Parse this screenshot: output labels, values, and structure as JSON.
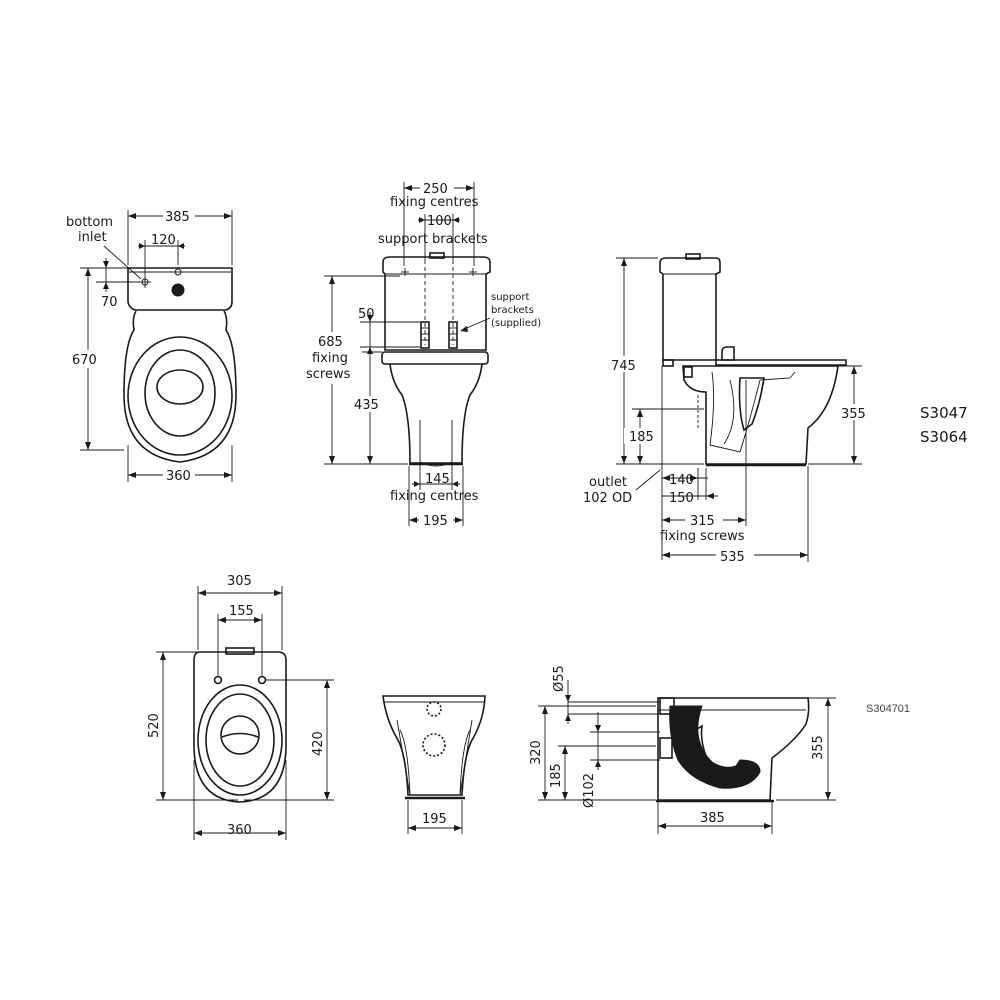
{
  "labels": {
    "bottom_inlet_1": "bottom",
    "bottom_inlet_2": "inlet",
    "fixing_centres": "fixing centres",
    "support_brackets": "support brackets",
    "fixing_1": "fixing",
    "screws": "screws",
    "support_brackets_note_1": "support",
    "support_brackets_note_2": "brackets",
    "support_brackets_note_3": "(supplied)",
    "outlet_1": "outlet",
    "outlet_2": "102 OD",
    "fixing_screws": "fixing screws"
  },
  "models": [
    "S3047",
    "S3064"
  ],
  "drawing_code": "S304701",
  "dims": {
    "top_385": "385",
    "top_120": "120",
    "top_70": "70",
    "top_670": "670",
    "top_360": "360",
    "front_250": "250",
    "front_100": "100",
    "front_685": "685",
    "front_50": "50",
    "front_435": "435",
    "front_145": "145",
    "front_195": "195",
    "side_745": "745",
    "side_355": "355",
    "side_185": "185",
    "side_140": "140",
    "side_150": "150",
    "side_315": "315",
    "side_535": "535",
    "pan_305": "305",
    "pan_155": "155",
    "pan_520": "520",
    "pan_420": "420",
    "pan_360": "360",
    "pfront_195": "195",
    "pside_55": "Ø55",
    "pside_320": "320",
    "pside_185": "185",
    "pside_102": "Ø102",
    "pside_355": "355",
    "pside_385": "385"
  }
}
